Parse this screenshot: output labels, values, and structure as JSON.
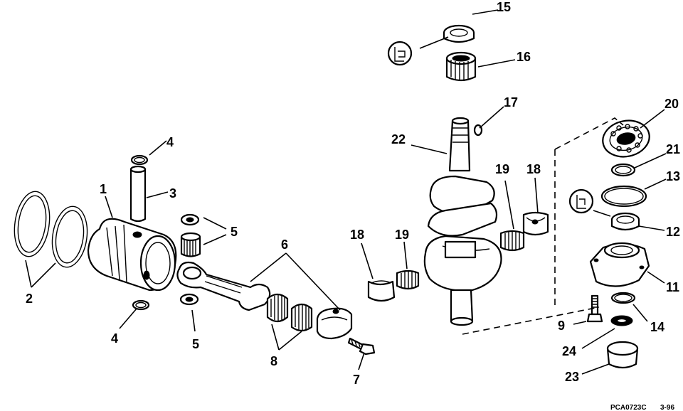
{
  "callouts": {
    "c1": "1",
    "c2": "2",
    "c3": "3",
    "c4a": "4",
    "c4b": "4",
    "c5a": "5",
    "c5b": "5",
    "c6": "6",
    "c7": "7",
    "c8": "8",
    "c9": "9",
    "c11": "11",
    "c12": "12",
    "c13": "13",
    "c14": "14",
    "c15": "15",
    "c16": "16",
    "c17": "17",
    "c18a": "18",
    "c18b": "18",
    "c19a": "19",
    "c19b": "19",
    "c20": "20",
    "c21": "21",
    "c22": "22",
    "c23": "23",
    "c24": "24"
  },
  "footer": {
    "ref_code": "PCA0723C",
    "date": "3-96"
  }
}
